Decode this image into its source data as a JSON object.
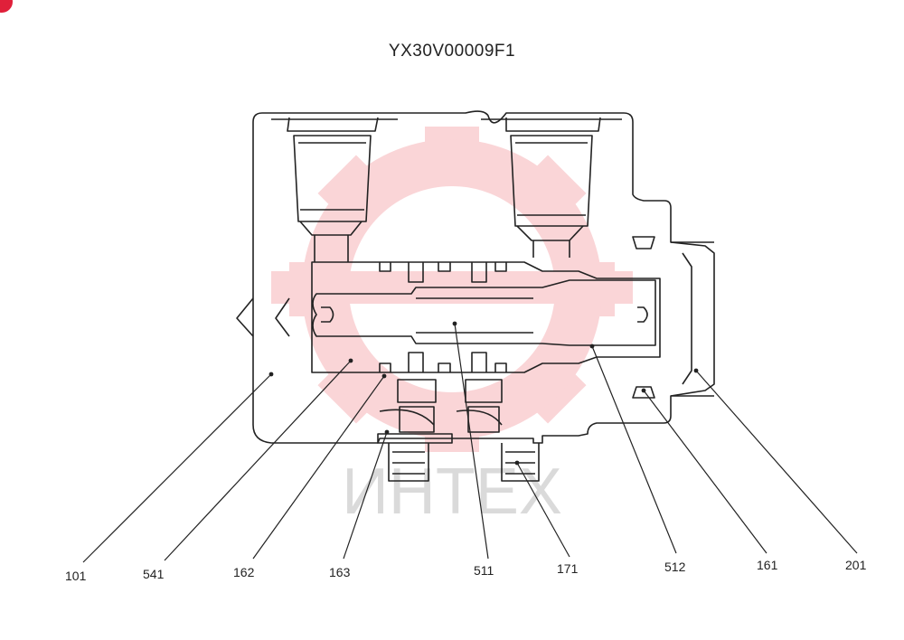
{
  "title": "YX30V00009F1",
  "watermark": {
    "text": "ИНТЕХ",
    "gear_color": "#f6b3b8",
    "text_color": "#bdbdbd"
  },
  "colors": {
    "line": "#222222",
    "badge": "#e0203a"
  },
  "parts": [
    "101",
    "541",
    "162",
    "163",
    "511",
    "171",
    "512",
    "161",
    "201"
  ]
}
